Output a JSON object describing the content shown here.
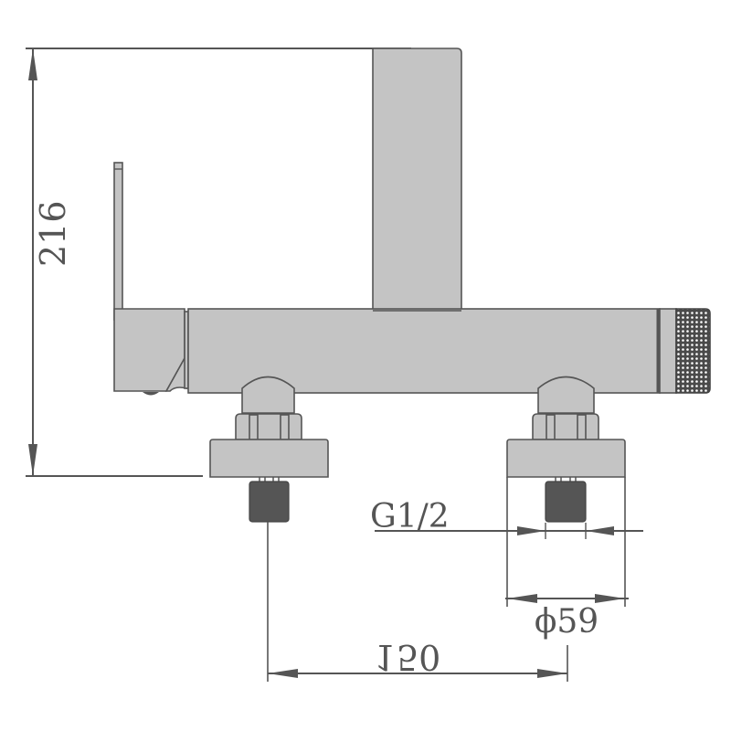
{
  "drawing": {
    "subject": "wall-mounted bath/shower mixer with square spout, side lever handle and knurled end cap",
    "colors": {
      "part_fill": "#c4c4c4",
      "outline": "#555555",
      "thread_fill": "#555555",
      "background": "#ffffff"
    }
  },
  "dimensions": {
    "height": {
      "value": "216",
      "orientation": "vertical"
    },
    "thread": {
      "value": "G1/2",
      "orientation": "horizontal"
    },
    "flange_diameter": {
      "value": "ϕ59",
      "orientation": "horizontal"
    },
    "center_distance": {
      "value": "150",
      "orientation": "horizontal, mirrored"
    }
  },
  "parts": [
    {
      "name": "spout",
      "label": ""
    },
    {
      "name": "lever-handle",
      "label": ""
    },
    {
      "name": "mixer-body",
      "label": ""
    },
    {
      "name": "knurled-end-cap",
      "label": ""
    },
    {
      "name": "left-connector",
      "label": ""
    },
    {
      "name": "right-connector",
      "label": ""
    }
  ]
}
